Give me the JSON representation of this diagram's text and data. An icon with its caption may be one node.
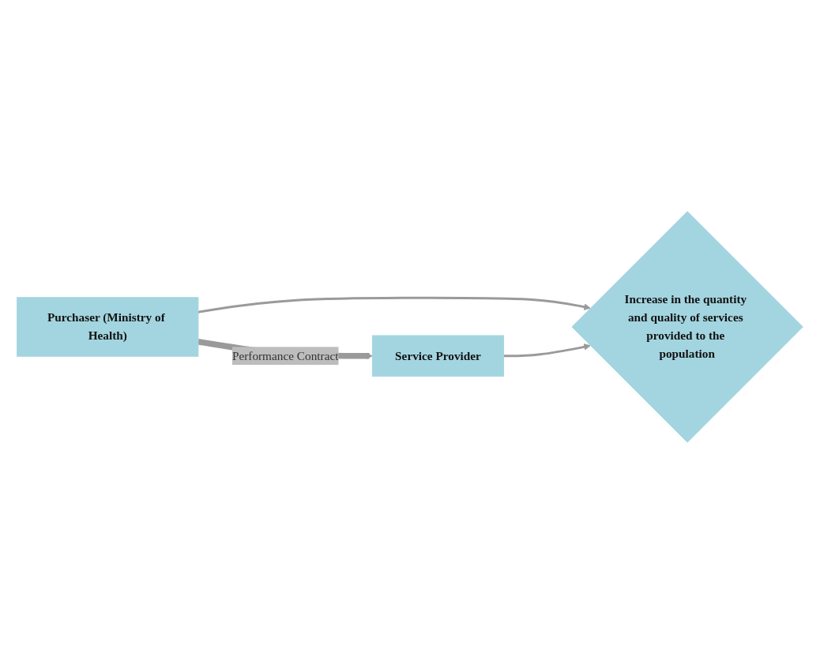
{
  "diagram": {
    "nodes": [
      {
        "text": [
          "Purchaser (Ministry of Health)"
        ]
      },
      {
        "text": [
          "Service Provider"
        ]
      },
      {
        "text": [
          "Increase in the quantity and quality of services provided to the population"
        ]
      }
    ],
    "edges": [
      {
        "from": 0,
        "to": 1,
        "arrow": "to",
        "label": "Performance Contract",
        "style": "thick"
      },
      {
        "from": 0,
        "to": 2,
        "arrow": "to"
      },
      {
        "from": 1,
        "to": 2,
        "arrow": "to"
      }
    ]
  }
}
